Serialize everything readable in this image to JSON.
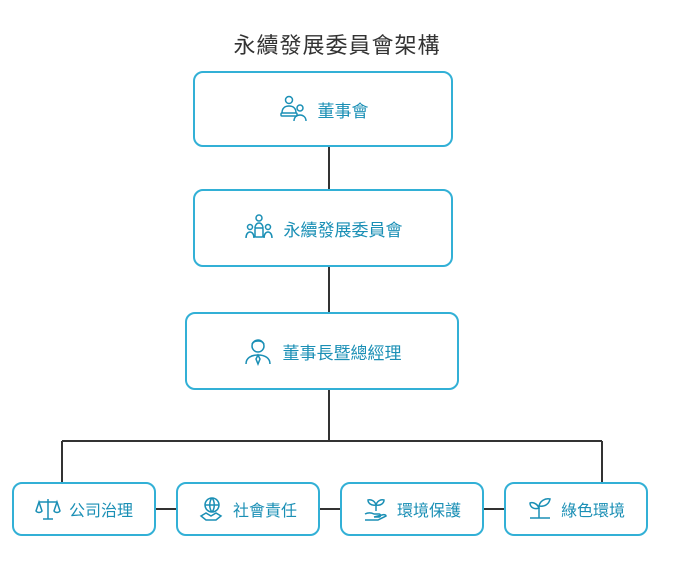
{
  "title": "永續發展委員會架構",
  "nodes": {
    "board": "董事會",
    "committee": "永續發展委員會",
    "ceo": "董事長暨總經理",
    "governance": "公司治理",
    "social": "社會責任",
    "environment": "環境保護",
    "green": "綠色環境"
  },
  "icons": {
    "board": "board-meeting-icon",
    "committee": "team-group-icon",
    "ceo": "businessman-icon",
    "governance": "balance-scale-icon",
    "social": "handshake-globe-icon",
    "environment": "hand-plant-icon",
    "green": "sprout-icon"
  },
  "colors": {
    "border": "#32b0d6",
    "text": "#1a8fb5",
    "connector": "#333333"
  }
}
